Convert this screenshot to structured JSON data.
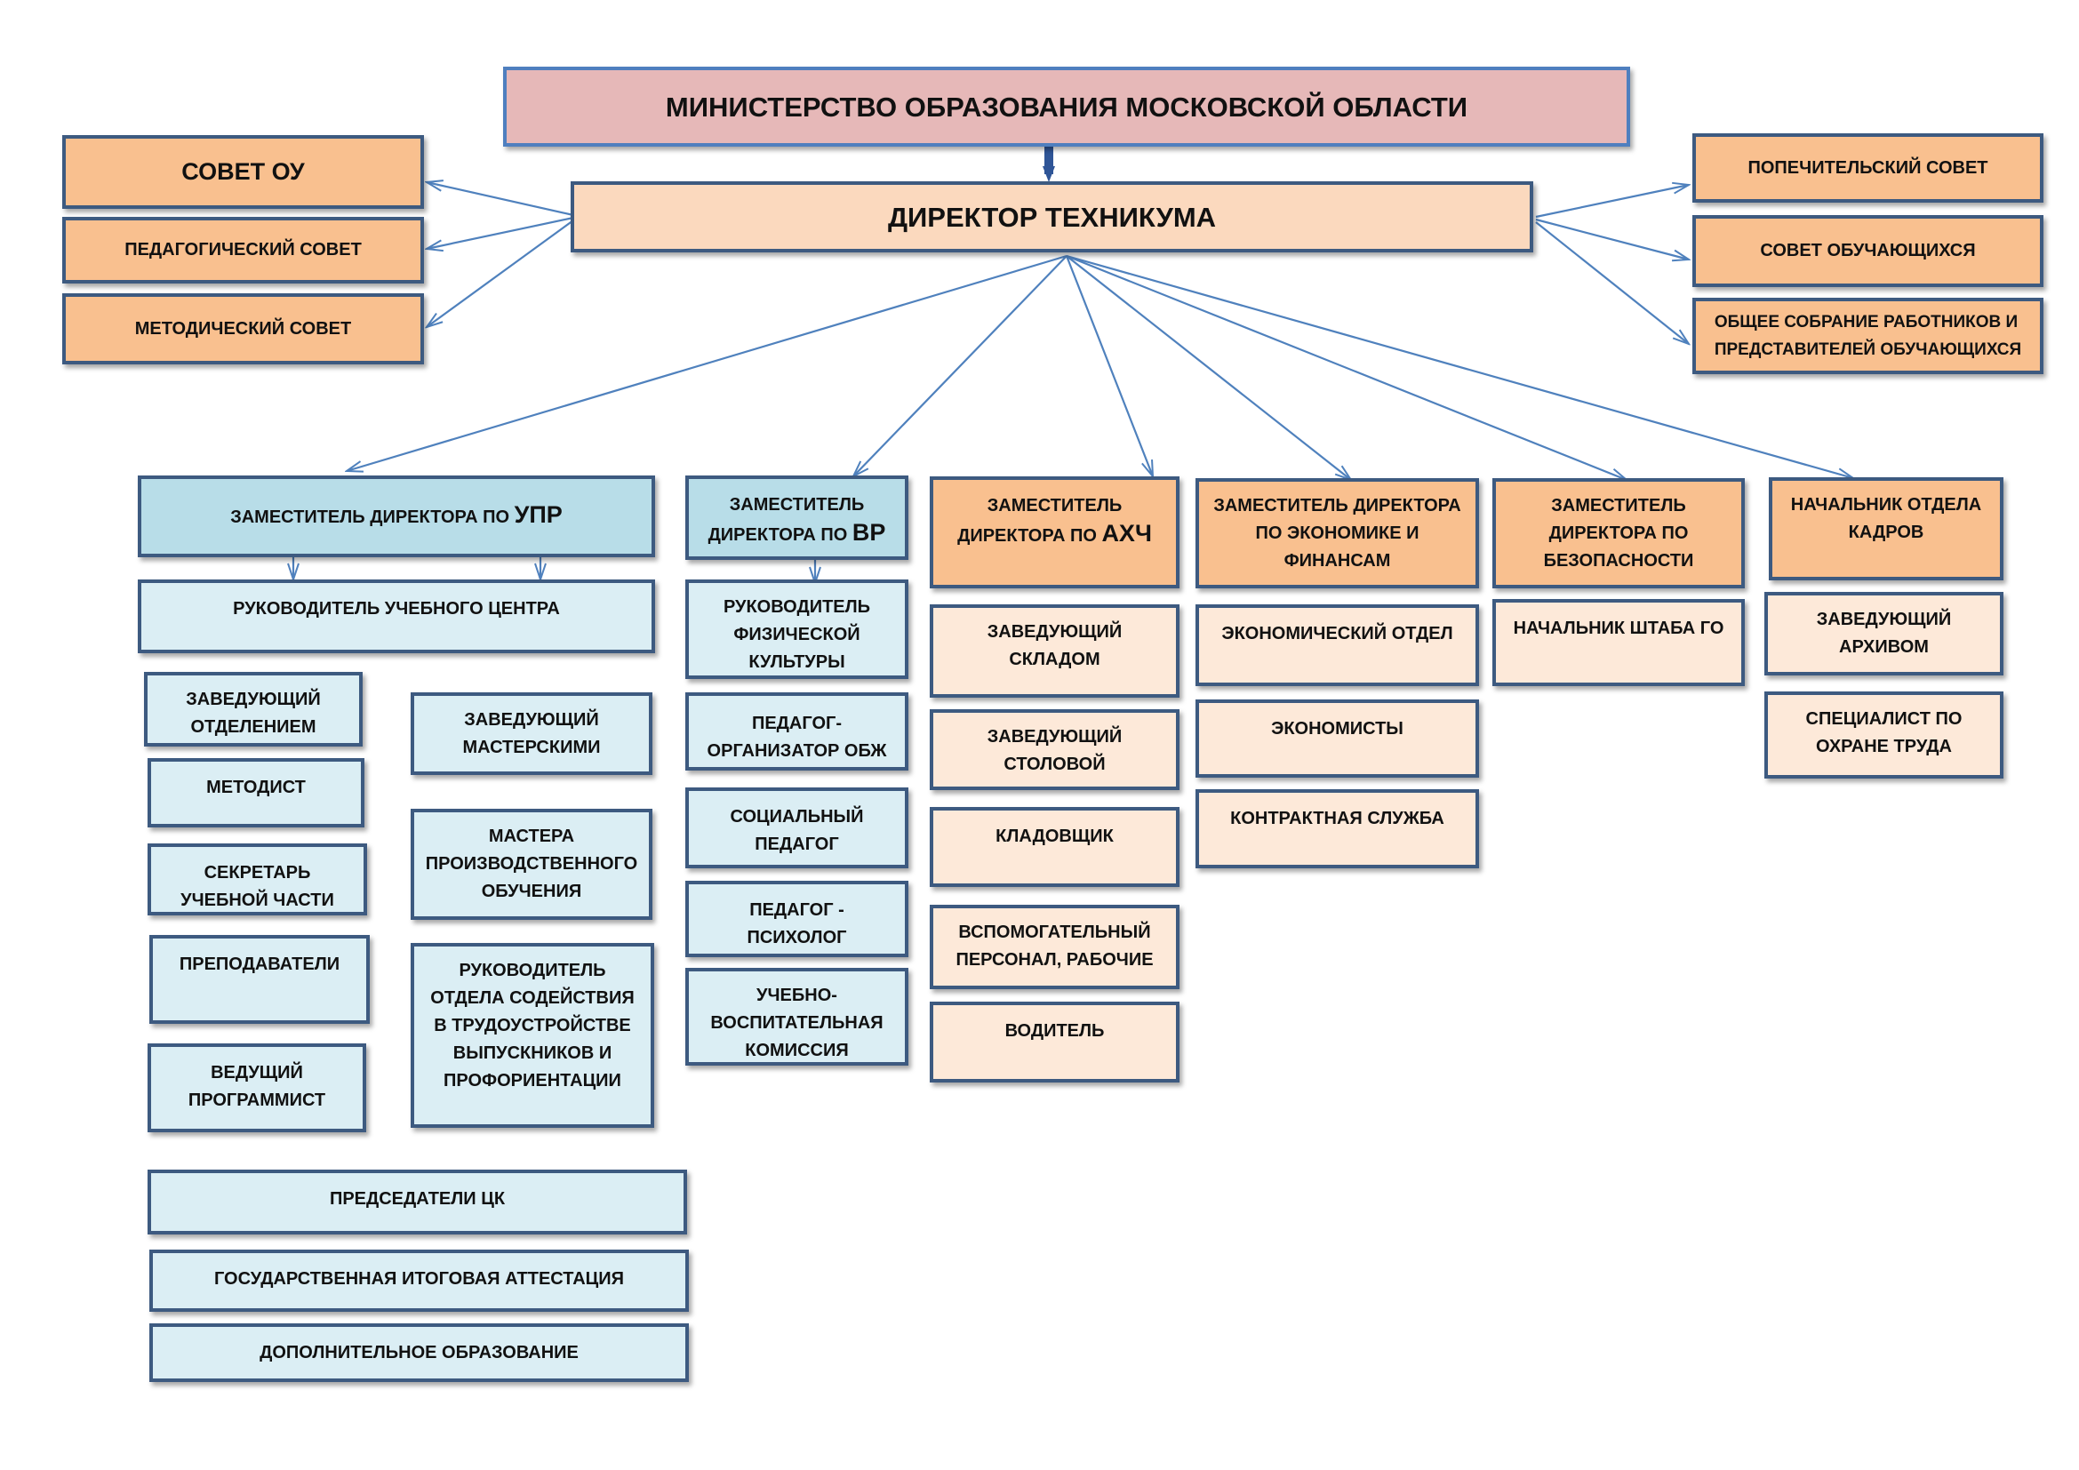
{
  "ministry": "МИНИСТЕРСТВО ОБРАЗОВАНИЯ МОСКОВСКОЙ ОБЛАСТИ",
  "director": "ДИРЕКТОР ТЕХНИКУМА",
  "left_councils": [
    "СОВЕТ ОУ",
    "ПЕДАГОГИЧЕСКИЙ СОВЕТ",
    "МЕТОДИЧЕСКИЙ СОВЕТ"
  ],
  "right_councils": [
    "ПОПЕЧИТЕЛЬСКИЙ СОВЕТ",
    "СОВЕТ ОБУЧАЮЩИХСЯ",
    "ОБЩЕЕ СОБРАНИЕ РАБОТНИКОВ И\nПРЕДСТАВИТЕЛЕЙ ОБУЧАЮЩИХСЯ"
  ],
  "upr": {
    "head_prefix": "ЗАМЕСТИТЕЛЬ ДИРЕКТОРА ПО ",
    "head_abbr": "УПР",
    "center_head": "РУКОВОДИТЕЛЬ УЧЕБНОГО ЦЕНТРА",
    "left_col": [
      "ЗАВЕДУЮЩИЙ\nОТДЕЛЕНИЕМ",
      "МЕТОДИСТ",
      "СЕКРЕТАРЬ\nУЧЕБНОЙ ЧАСТИ",
      "ПРЕПОДАВАТЕЛИ",
      "ВЕДУЩИЙ\nПРОГРАММИСТ"
    ],
    "right_col": [
      "ЗАВЕДУЮЩИЙ\nМАСТЕРСКИМИ",
      "МАСТЕРА\nПРОИЗВОДСТВЕННОГО\nОБУЧЕНИЯ",
      "РУКОВОДИТЕЛЬ\nОТДЕЛА СОДЕЙСТВИЯ\nВ ТРУДОУСТРОЙСТВЕ\nВЫПУСКНИКОВ И\nПРОФОРИЕНТАЦИИ"
    ],
    "bottom": [
      "ПРЕДСЕДАТЕЛИ ЦК",
      "ГОСУДАРСТВЕННАЯ ИТОГОВАЯ АТТЕСТАЦИЯ",
      "ДОПОЛНИТЕЛЬНОЕ ОБРАЗОВАНИЕ"
    ]
  },
  "vr": {
    "head_prefix": "ЗАМЕСТИТЕЛЬ\nДИРЕКТОРА ПО ",
    "head_abbr": "ВР",
    "items": [
      "РУКОВОДИТЕЛЬ\nФИЗИЧЕСКОЙ\nКУЛЬТУРЫ",
      "ПЕДАГОГ-\nОРГАНИЗАТОР ОБЖ",
      "СОЦИАЛЬНЫЙ\nПЕДАГОГ",
      "ПЕДАГОГ -\nПСИХОЛОГ",
      "УЧЕБНО-\nВОСПИТАТЕЛЬНАЯ\nКОМИССИЯ"
    ]
  },
  "ahch": {
    "head_prefix": "ЗАМЕСТИТЕЛЬ\nДИРЕКТОРА ПО ",
    "head_abbr": "АХЧ",
    "items": [
      "ЗАВЕДУЮЩИЙ\nСКЛАДОМ",
      "ЗАВЕДУЮЩИЙ\nСТОЛОВОЙ",
      "КЛАДОВЩИК",
      "ВСПОМОГАТЕЛЬНЫЙ\nПЕРСОНАЛ, РАБОЧИЕ",
      "ВОДИТЕЛЬ"
    ]
  },
  "econ": {
    "head": "ЗАМЕСТИТЕЛЬ ДИРЕКТОРА\nПО ЭКОНОМИКЕ И\nФИНАНСАМ",
    "items": [
      "ЭКОНОМИЧЕСКИЙ ОТДЕЛ",
      "ЭКОНОМИСТЫ",
      "КОНТРАКТНАЯ СЛУЖБА"
    ]
  },
  "security": {
    "head": "ЗАМЕСТИТЕЛЬ\nДИРЕКТОРА ПО\nБЕЗОПАСНОСТИ",
    "items": [
      "НАЧАЛЬНИК ШТАБА ГО"
    ]
  },
  "hr": {
    "head": "НАЧАЛЬНИК  ОТДЕЛА\nКАДРОВ",
    "items": [
      "ЗАВЕДУЮЩИЙ\nАРХИВОМ",
      "СПЕЦИАЛИСТ ПО\nОХРАНЕ ТРУДА"
    ]
  }
}
